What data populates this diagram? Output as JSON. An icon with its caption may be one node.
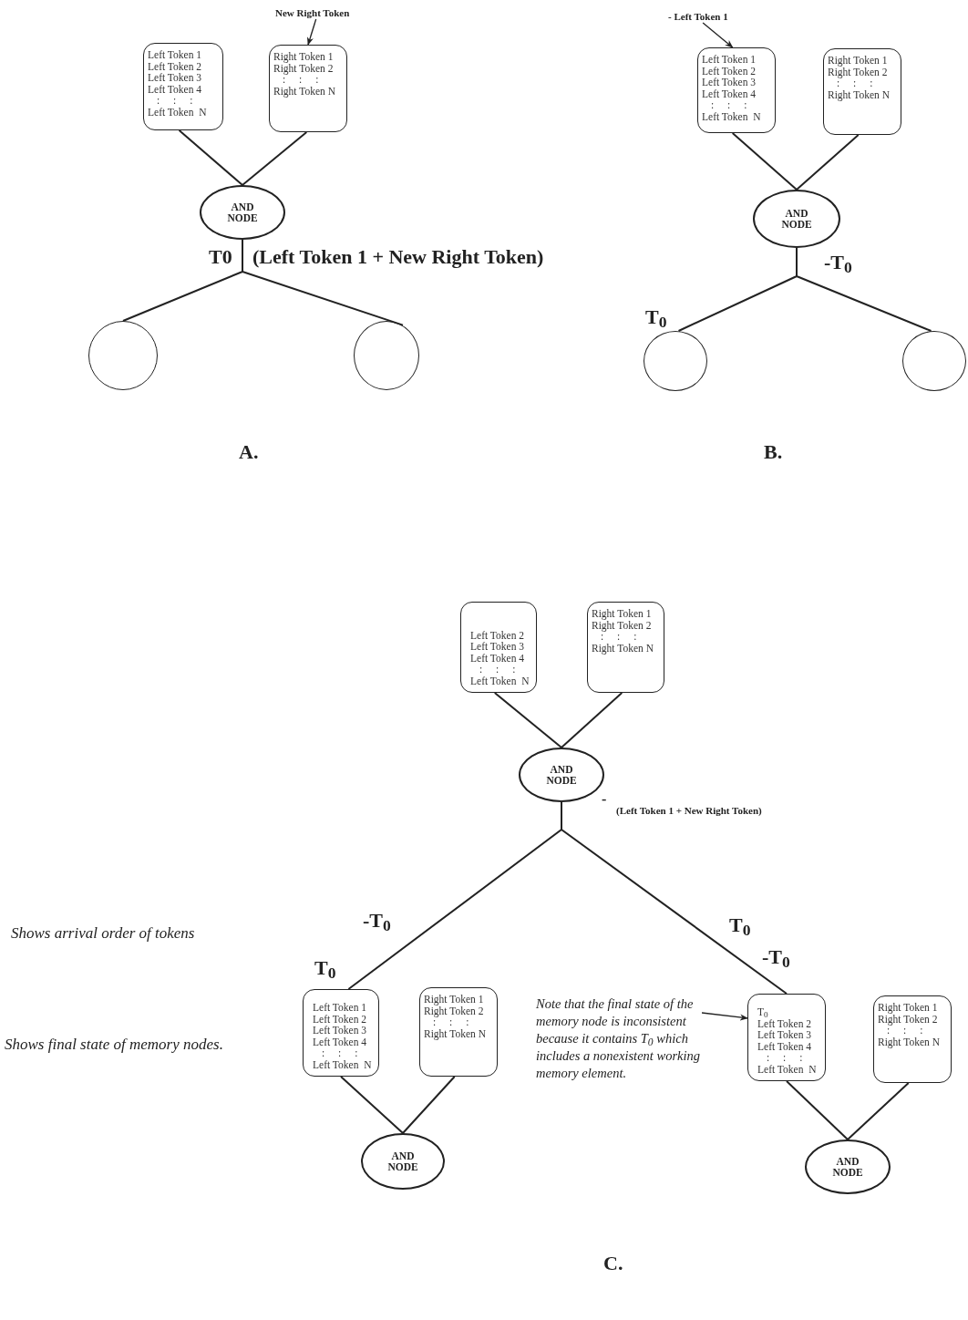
{
  "diagram": {
    "nodes": [
      {
        "text": [
          "Left Token 1",
          "Left Token 2",
          "Left Token 3",
          "Left Token 4",
          ": : :",
          "Left Token  N"
        ]
      },
      {
        "text": [
          "Right Token 1",
          "Right Token 2",
          ": : :",
          "Right Token N"
        ]
      },
      {
        "text": [
          "AND NODE"
        ]
      },
      {
        "text": [],
        "shape": "circle"
      },
      {
        "text": [],
        "shape": "circle"
      },
      {
        "text": [
          "New Right Token"
        ]
      },
      {
        "text": [
          "Left Token 1",
          "Left Token 2",
          "Left Token 3",
          "Left Token 4",
          ": : :",
          "Left Token  N"
        ]
      },
      {
        "text": [
          "Right Token 1",
          "Right Token 2",
          ": : :",
          "Right Token N"
        ]
      },
      {
        "text": [
          "AND NODE"
        ]
      },
      {
        "text": [],
        "shape": "circle"
      },
      {
        "text": [],
        "shape": "circle"
      },
      {
        "text": [
          "- Left Token 1"
        ]
      },
      {
        "text": [
          "Left Token 2",
          "Left Token 3",
          "Left Token 4",
          ": : :",
          "Left Token  N"
        ]
      },
      {
        "text": [
          "Right Token 1",
          "Right Token 2",
          ": : :",
          "Right Token N"
        ]
      },
      {
        "text": [
          "AND NODE"
        ]
      },
      {
        "text": [
          "Left Token 1",
          "Left Token 2",
          "Left Token 3",
          "Left Token 4",
          ": : :",
          "Left Token  N"
        ]
      },
      {
        "text": [
          "Right Token 1",
          "Right Token 2",
          ": : :",
          "Right Token N"
        ]
      },
      {
        "text": [
          "AND NODE"
        ]
      },
      {
        "text": [
          "T$_{0}$",
          "Left Token 2",
          "Left Token 3",
          "Left Token 4",
          ": : :",
          "Left Token  N"
        ]
      },
      {
        "text": [
          "Right Token 1",
          "Right Token 2",
          ": : :",
          "Right Token N"
        ]
      },
      {
        "text": [
          "AND NODE"
        ]
      },
      {
        "text": [
          "Note that the final state of the memory node is inconsistent because it contains T$_{0}$ which includes a nonexistent working memory element."
        ]
      }
    ],
    "edges": [
      {
        "from": 0,
        "to": 2,
        "arrow": "none"
      },
      {
        "from": 1,
        "to": 2,
        "arrow": "none"
      },
      {
        "from": 2,
        "to": 3,
        "arrow": "none"
      },
      {
        "from": 2,
        "to": 4,
        "arrow": "none"
      },
      {
        "from": 5,
        "to": 1,
        "arrow": "to"
      },
      {
        "from": 6,
        "to": 8,
        "arrow": "none"
      },
      {
        "from": 7,
        "to": 8,
        "arrow": "none"
      },
      {
        "from": 8,
        "to": 9,
        "arrow": "none"
      },
      {
        "from": 8,
        "to": 10,
        "arrow": "none"
      },
      {
        "from": 11,
        "to": 6,
        "arrow": "to"
      },
      {
        "from": 12,
        "to": 14,
        "arrow": "none"
      },
      {
        "from": 13,
        "to": 14,
        "arrow": "none"
      },
      {
        "from": 14,
        "to": 15,
        "arrow": "none"
      },
      {
        "from": 14,
        "to": 18,
        "arrow": "none"
      },
      {
        "from": 15,
        "to": 17,
        "arrow": "none"
      },
      {
        "from": 16,
        "to": 17,
        "arrow": "none"
      },
      {
        "from": 18,
        "to": 20,
        "arrow": "none"
      },
      {
        "from": 19,
        "to": 20,
        "arrow": "none"
      },
      {
        "from": 21,
        "to": 18,
        "arrow": "to"
      }
    ],
    "labels": [
      "T0",
      "(Left Token 1 + New Right Token)",
      "-T$_{0}$",
      "T$_{0}$",
      "A.",
      "B.",
      "-",
      "(Left Token 1 + New Right Token)",
      "-T$_{0}$",
      "T$_{0}$",
      "Shows arrival order of tokens",
      "T$_{0}$",
      "-T$_{0}$",
      "Shows  final state of memory nodes.",
      "C."
    ]
  }
}
